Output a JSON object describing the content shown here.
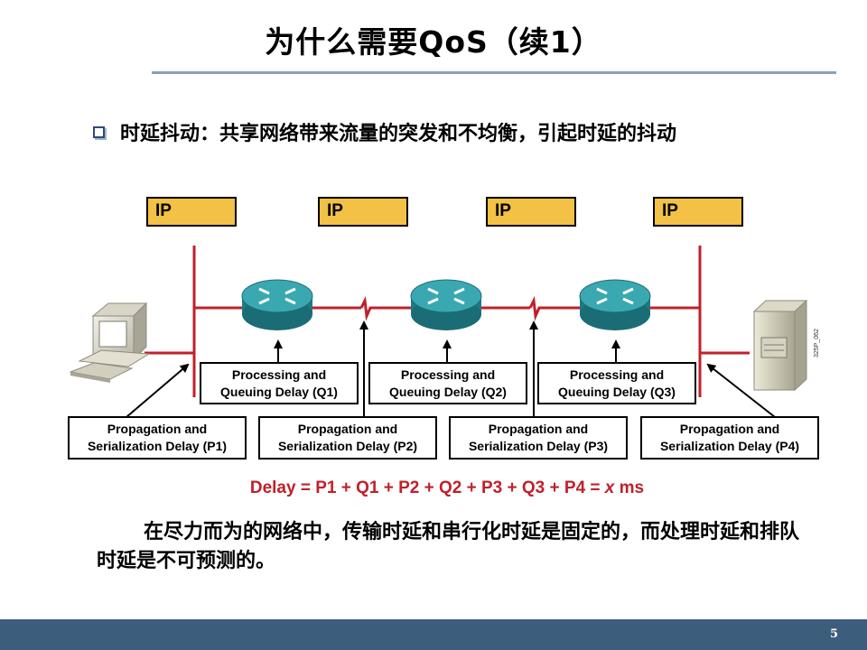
{
  "title": "为什么需要QoS（续1）",
  "bullet": "时延抖动：共享网络带来流量的突发和不均衡，引起时延的抖动",
  "ip_label": "IP",
  "queue_boxes": [
    {
      "line1": "Processing and",
      "line2": "Queuing Delay (Q1)"
    },
    {
      "line1": "Processing and",
      "line2": "Queuing Delay (Q2)"
    },
    {
      "line1": "Processing and",
      "line2": "Queuing Delay (Q3)"
    }
  ],
  "prop_boxes": [
    {
      "line1": "Propagation and",
      "line2": "Serialization Delay (P1)"
    },
    {
      "line1": "Propagation and",
      "line2": "Serialization Delay (P2)"
    },
    {
      "line1": "Propagation and",
      "line2": "Serialization Delay (P3)"
    },
    {
      "line1": "Propagation and",
      "line2": "Serialization Delay (P4)"
    }
  ],
  "formula_prefix": "Delay = P1 + Q1 + P2 + Q2 + P3 + Q3 + P4 = ",
  "formula_var": "x",
  "formula_suffix": " ms",
  "figure_id": "325P_062",
  "body_text": "在尽力而为的网络中，传输时延和串行化时延是固定的，而处理时延和排队时延是不可预测的。",
  "page_number": "5",
  "colors": {
    "link": "#c0202a",
    "ip_fill": "#f2c145",
    "router": "#2a8f99",
    "footer": "#3d5d7c"
  }
}
